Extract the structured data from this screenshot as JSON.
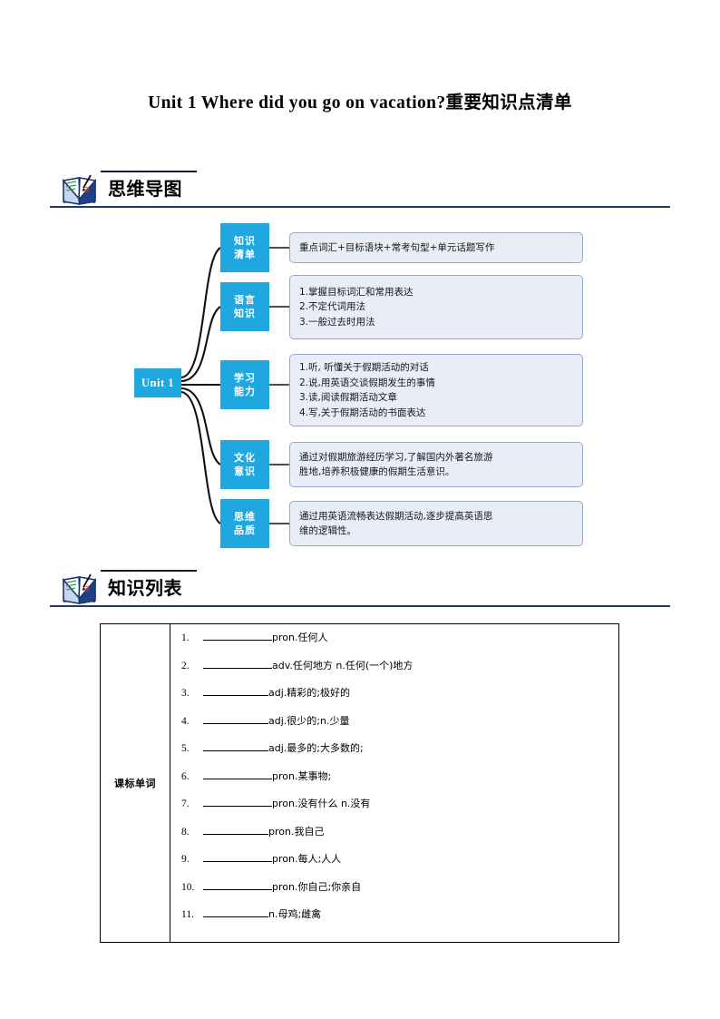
{
  "document": {
    "title": "Unit 1 Where  did  you go on vacation?重要知识点清单"
  },
  "sections": [
    {
      "id": "mindmap",
      "icon": "open-book-pen-icon",
      "label": "思维导图"
    },
    {
      "id": "knowledge",
      "icon": "open-book-pen-icon",
      "label": "知识列表"
    }
  ],
  "mindmap": {
    "root": {
      "label": "Unit 1"
    },
    "node_color": "#1fa7e0",
    "box_fill": "#e9edf6",
    "box_border": "#9aa8c4",
    "branches": [
      {
        "node": "知识\n清单",
        "node_lines": [
          "知识",
          "清单"
        ],
        "lines": [
          "重点词汇+目标语块+常考句型+单元话题写作"
        ]
      },
      {
        "node": "语言\n知识",
        "node_lines": [
          "语言",
          "知识"
        ],
        "lines": [
          "1.掌握目标词汇和常用表达",
          "2.不定代词用法",
          "3.一般过去时用法"
        ]
      },
      {
        "node": "学习\n能力",
        "node_lines": [
          "学习",
          "能力"
        ],
        "lines": [
          "1.听,  听懂关于假期活动的对话",
          "2.说,用英语交谈假期发生的事情",
          "3.读,阅读假期活动文章",
          "4.写,关于假期活动的书面表达"
        ]
      },
      {
        "node": "文化\n意识",
        "node_lines": [
          "文化",
          "意识"
        ],
        "lines": [
          "通过对假期旅游经历学习,了解国内外著名旅游",
          "胜地,培养积极健康的假期生活意识。"
        ]
      },
      {
        "node": "思维\n品质",
        "node_lines": [
          "思维",
          "品质"
        ],
        "lines": [
          "通过用英语流畅表达假期活动,逐步提高英语思",
          "维的逻辑性。"
        ]
      }
    ]
  },
  "knowledge_table": {
    "category": "课标单词",
    "rows": [
      {
        "num": "1.",
        "blank_width": 76,
        "definition": "pron.任何人"
      },
      {
        "num": "2.",
        "blank_width": 76,
        "definition": "adv.任何地方  n.任何(一个)地方"
      },
      {
        "num": "3.",
        "blank_width": 72,
        "definition": "adj.精彩的;极好的"
      },
      {
        "num": "4.",
        "blank_width": 72,
        "definition": "adj.很少的;n.少量"
      },
      {
        "num": "5.",
        "blank_width": 72,
        "definition": "adj.最多的;大多数的;"
      },
      {
        "num": "6.",
        "blank_width": 76,
        "definition": "pron.某事物;"
      },
      {
        "num": "7.",
        "blank_width": 76,
        "definition": " pron.没有什么 n.没有"
      },
      {
        "num": "8.",
        "blank_width": 72,
        "definition": "pron.我自己"
      },
      {
        "num": "9.",
        "blank_width": 76,
        "definition": "pron.每人;人人"
      },
      {
        "num": "10.",
        "blank_width": 76,
        "definition": "pron.你自己;你亲自"
      },
      {
        "num": "11.",
        "blank_width": 72,
        "definition": "n.母鸡;雌禽"
      }
    ]
  }
}
